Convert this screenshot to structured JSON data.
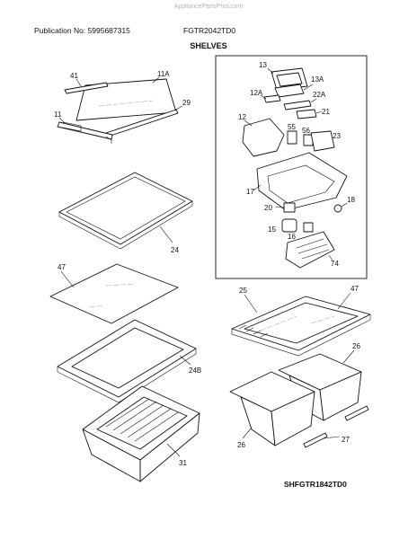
{
  "watermark": "AppliancePartsPros.com",
  "header": {
    "publication": "Publication No: 5995687315",
    "model": "FGTR2042TD0",
    "section_title": "SHELVES"
  },
  "callouts": {
    "p41": "41",
    "p11a": "11A",
    "p29": "29",
    "p11": "11",
    "p24": "24",
    "p47_left": "47",
    "p24b": "24B",
    "p31": "31",
    "p13": "13",
    "p13a": "13A",
    "p12a": "12A",
    "p22a": "22A",
    "p21": "21",
    "p12": "12",
    "p55": "55",
    "p56": "56",
    "p23": "23",
    "p17": "17",
    "p18": "18",
    "p20": "20",
    "p15": "15",
    "p16": "16",
    "p74": "74",
    "p25": "25",
    "p47_right": "47",
    "p26_top": "26",
    "p26_bottom": "26",
    "p27": "27"
  },
  "drawing_code": "SHFGTR1842TD0"
}
